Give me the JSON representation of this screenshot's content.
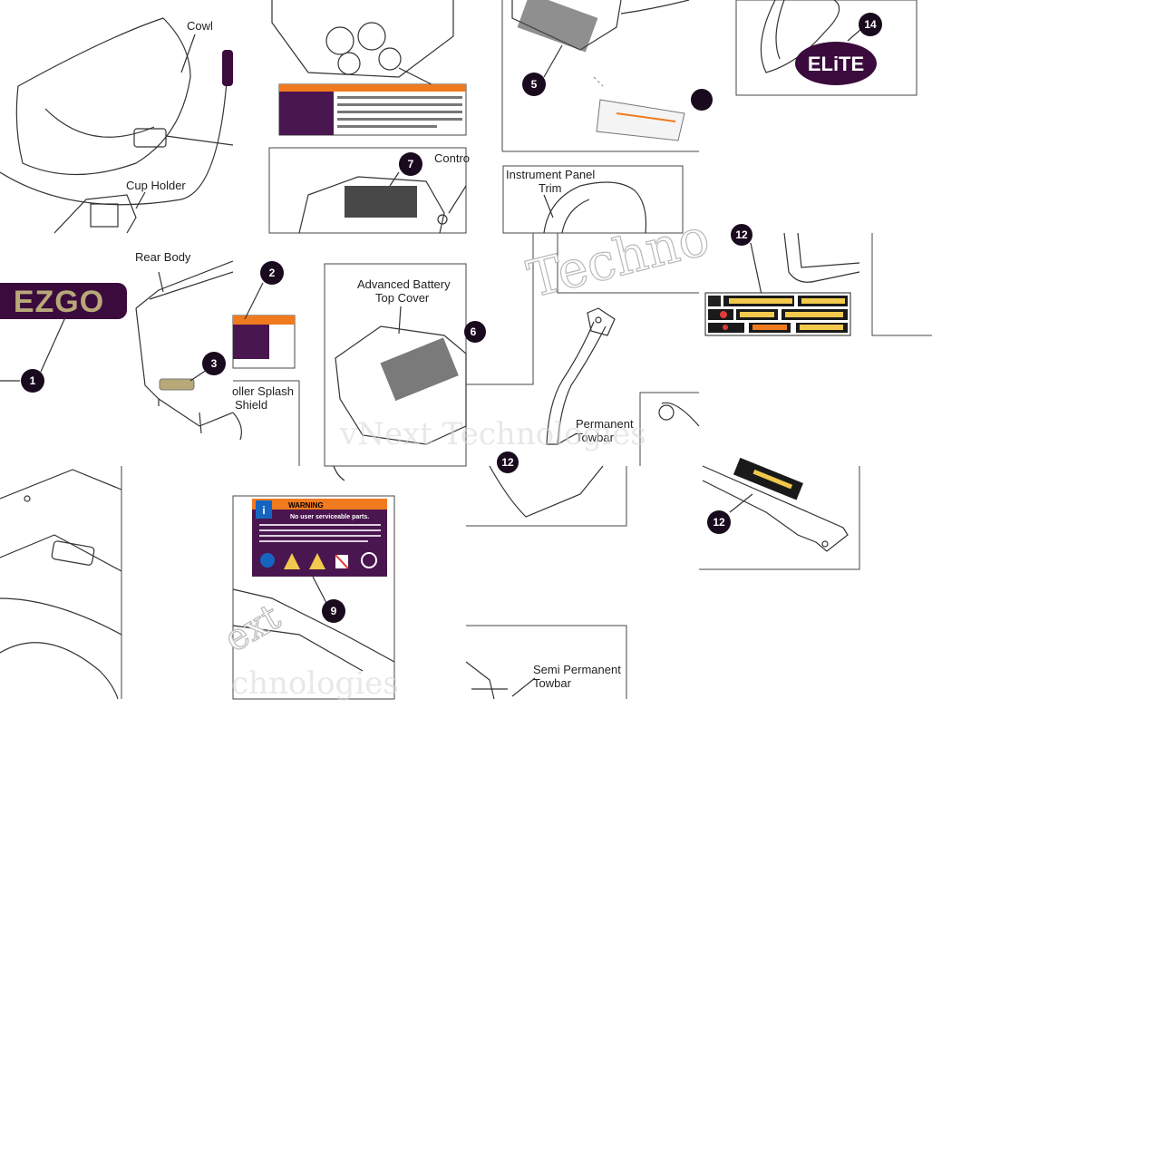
{
  "labels": {
    "cowl": "Cowl",
    "cup_holder": "Cup Holder",
    "rear_body": "Rear Body",
    "controller_splash_shield_l1": "oller Splash",
    "controller_splash_shield_l2": "Shield",
    "advanced_battery_l1": "Advanced Battery",
    "advanced_battery_l2": "Top Cover",
    "instrument_panel_l1": "Instrument Panel",
    "instrument_panel_l2": "Trim",
    "controller": "Contro",
    "permanent_towbar_l1": "Permanent",
    "permanent_towbar_l2": "Towbar",
    "semi_permanent_towbar_l1": "Semi Permanent",
    "semi_permanent_towbar_l2": "Towbar"
  },
  "callouts": {
    "c1": "1",
    "c2": "2",
    "c3": "3",
    "c5": "5",
    "c6": "6",
    "c7": "7",
    "c9": "9",
    "c12a": "12",
    "c12b": "12",
    "c12c": "12",
    "c14": "14"
  },
  "logos": {
    "ezgo": "EZGO",
    "elite": "ELiTE"
  },
  "warning_label": {
    "title": "WARNING",
    "subtitle": "No user serviceable parts."
  },
  "watermark": {
    "text1": "vNext Technologies",
    "text2": "Techno",
    "text3": "ext",
    "text4": "chnologies"
  },
  "colors": {
    "callout_fill": "#1a0a1e",
    "logo_purple": "#3a0b3c",
    "ezgo_gold": "#b8a878",
    "warning_orange": "#f07a1e",
    "label_purple": "#4a1650",
    "elite_green": "#9bd12a"
  }
}
